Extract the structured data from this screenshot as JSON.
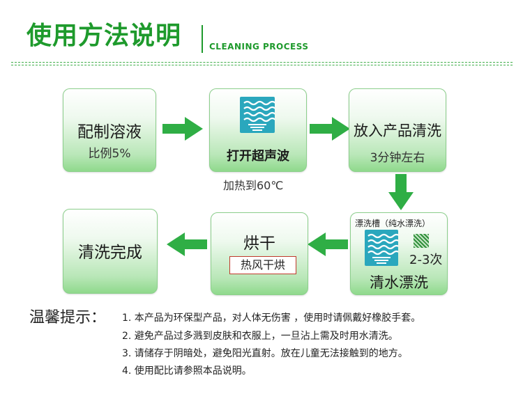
{
  "header": {
    "title": "使用方法说明",
    "subtitle": "CLEANING PROCESS"
  },
  "steps": {
    "s1": {
      "title": "配制溶液",
      "sub": "比例5%"
    },
    "s2": {
      "title": "打开超声波",
      "caption": "加热到60℃"
    },
    "s3": {
      "title": "放入产品清洗",
      "sub": "3分钟左右"
    },
    "s4": {
      "title": "漂洗槽（纯水漂洗）",
      "sub": "2-3次",
      "bottom": "清水漂洗"
    },
    "s5": {
      "title": "烘干",
      "tag": "热风干烘"
    },
    "s6": {
      "title": "清洗完成"
    }
  },
  "tips": {
    "label": "温馨提示：",
    "items": [
      "1. 本产品为环保型产品，对人体无伤害 ，使用时请佩戴好橡胶手套。",
      "2.  避免产品过多溅到皮肤和衣服上，一旦沾上需及时用水清洗。",
      "3. 请储存于阴暗处，避免阳光直射。放在儿童无法接触到的地方。",
      "4. 使用配比请参照本品说明。"
    ]
  },
  "colors": {
    "accent": "#1e9a2c",
    "arrow": "#2fae45",
    "icon": "#2aa7bd"
  },
  "icons": [
    "ultrasonic-wave-icon",
    "right-arrow-icon",
    "down-arrow-icon",
    "left-arrow-icon"
  ]
}
